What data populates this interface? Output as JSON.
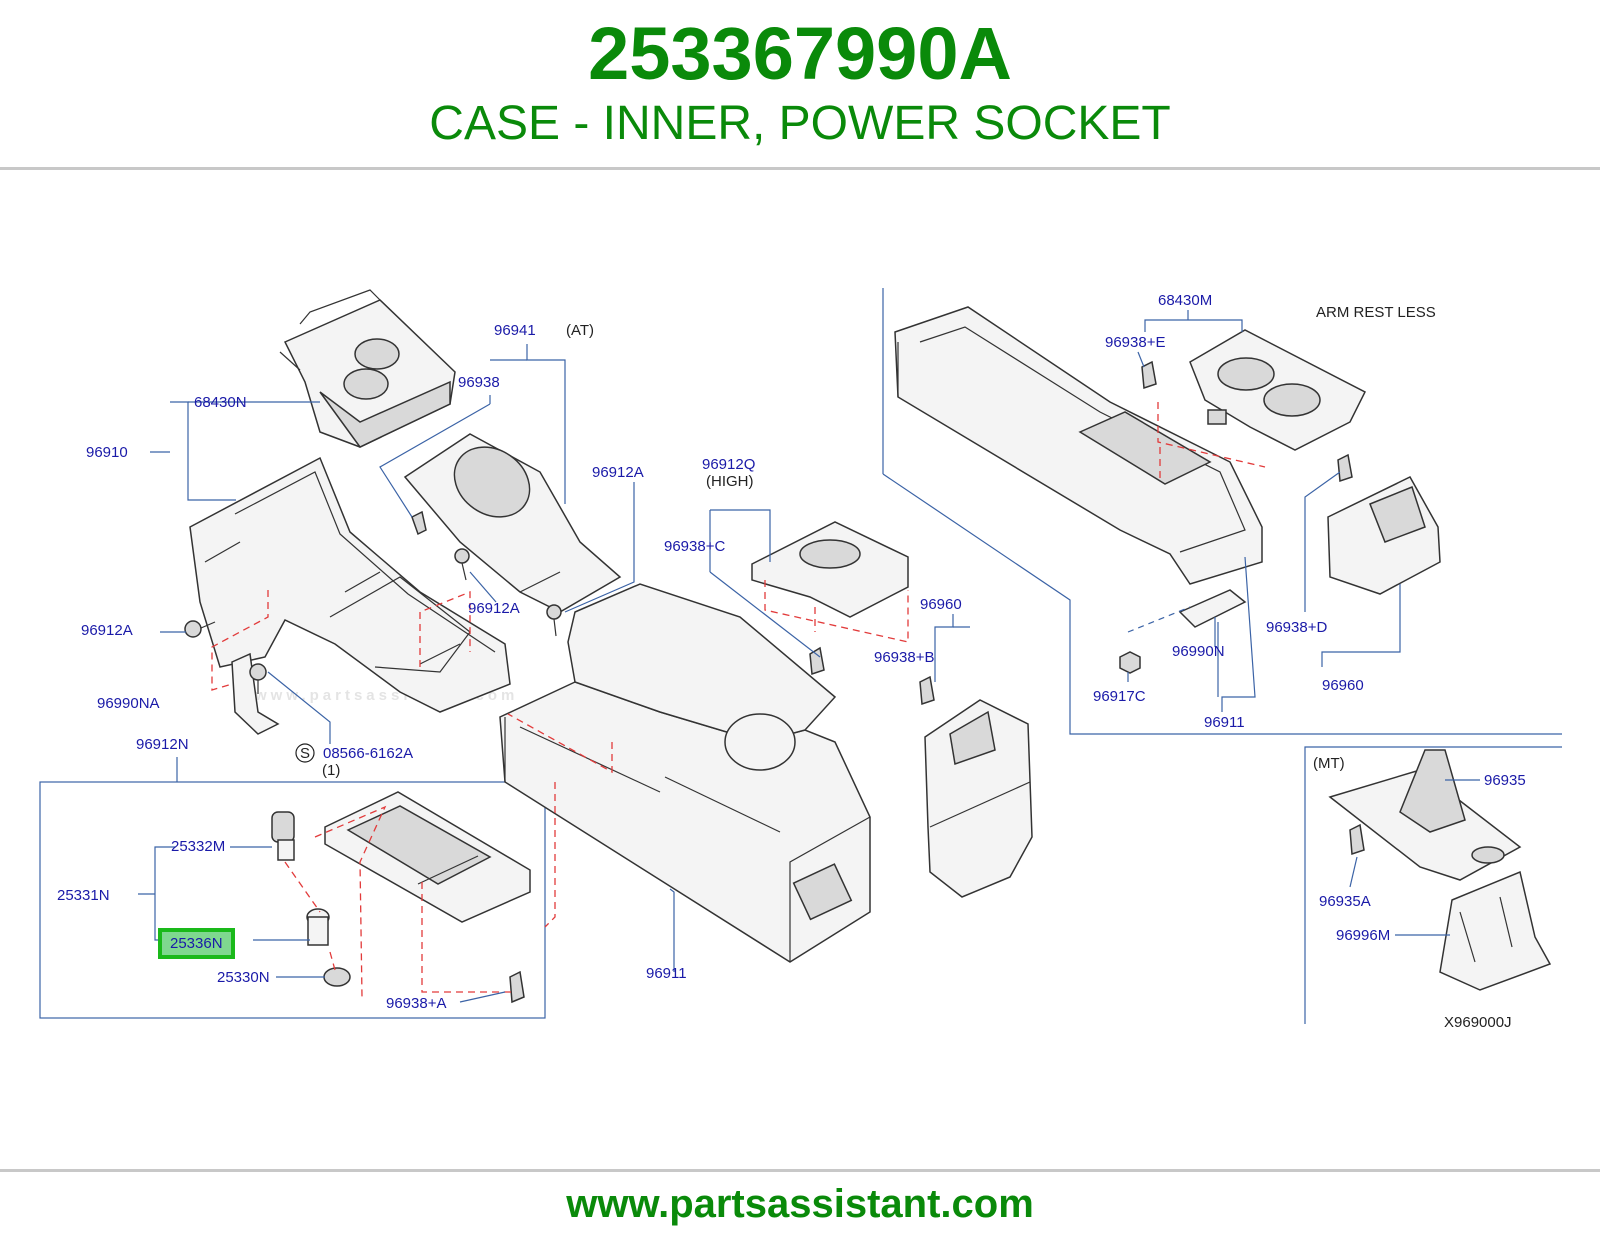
{
  "header": {
    "part_number": "253367990A",
    "part_name": "CASE - INNER, POWER SOCKET"
  },
  "footer": {
    "url": "www.partsassistant.com"
  },
  "watermark": "www.partsassistant.com",
  "colors": {
    "accent": "#0a8a0a",
    "label": "#1a1aa8",
    "leader": "#3b63a6",
    "dashed": "#e23b3b",
    "highlight": "#1ab91a"
  },
  "diagram": {
    "notes": {
      "at": "(AT)",
      "high": "(HIGH)",
      "arm_rest_less": "ARM   REST   LESS",
      "mt": "(MT)",
      "qty": "(1)",
      "s_symbol": "S",
      "diagram_code": "X969000J"
    },
    "labels": {
      "p96941": "96941",
      "p96938": "96938",
      "p68430n": "68430N",
      "p96910": "96910",
      "p96912a_mid": "96912A",
      "p96912a_screw": "96912A",
      "p96912a_left": "96912A",
      "p96990na": "96990NA",
      "p08566": "08566-6162A",
      "p96912n": "96912N",
      "p25332m": "25332M",
      "p25331n": "25331N",
      "p25336n": "25336N",
      "p25330n": "25330N",
      "p96938a": "96938+A",
      "p96912q": "96912Q",
      "p96938c": "96938+C",
      "p96960_mid": "96960",
      "p96938b": "96938+B",
      "p96911_mid": "96911",
      "p68430m": "68430M",
      "p96938e": "96938+E",
      "p96938d": "96938+D",
      "p96990n": "96990N",
      "p96917c": "96917C",
      "p96911_right": "96911",
      "p96960_right": "96960",
      "p96935": "96935",
      "p96935a": "96935A",
      "p96996m": "96996M"
    }
  }
}
